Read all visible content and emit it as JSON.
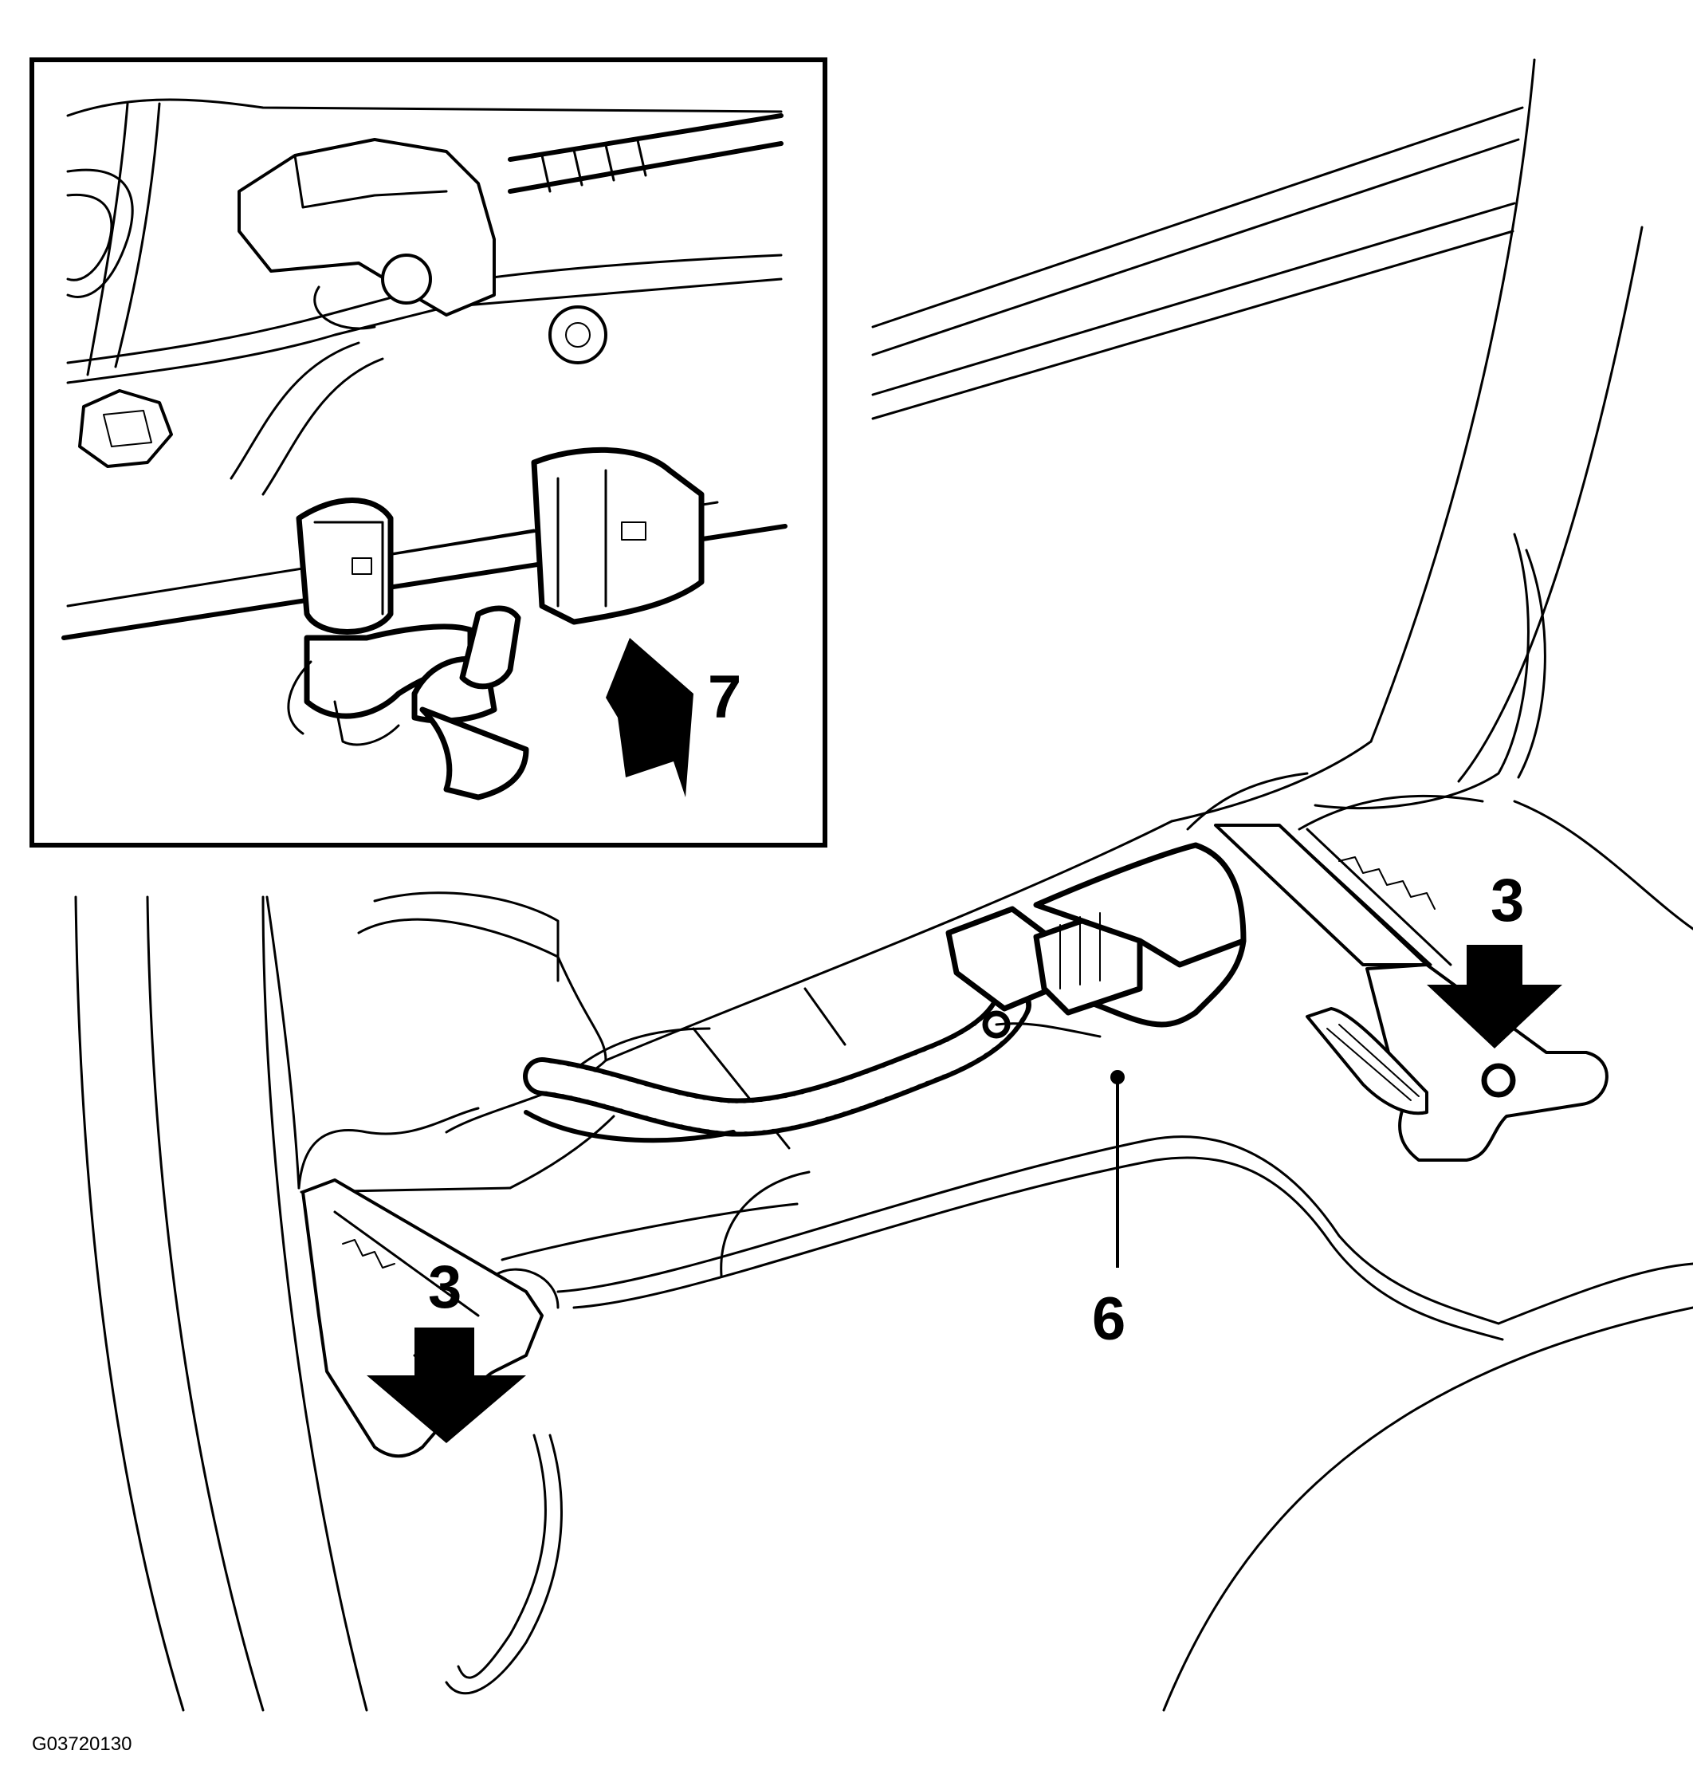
{
  "callouts": {
    "inset_clip": "7",
    "bolt_right": "3",
    "bolt_left": "3",
    "connector": "6"
  },
  "figure_id": "G03720130",
  "colors": {
    "ink": "#000000",
    "paper": "#ffffff"
  }
}
